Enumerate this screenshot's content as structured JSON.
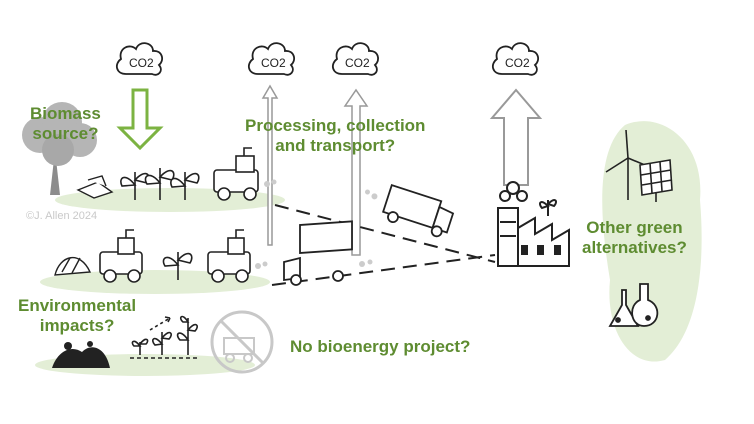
{
  "co2_label": "CO2",
  "labels": {
    "biomass_source": "Biomass\nsource?",
    "processing": "Processing, collection\nand transport?",
    "other_green": "Other green\nalternatives?",
    "environmental_impacts": "Environmental\nimpacts?",
    "no_bioenergy": "No bioenergy project?"
  },
  "credit": "©J. Allen 2024",
  "colors": {
    "accent_green": "#5e8c31",
    "arrow_green": "#7cb342",
    "ground_green": "#e3eed6",
    "line": "#222222"
  }
}
